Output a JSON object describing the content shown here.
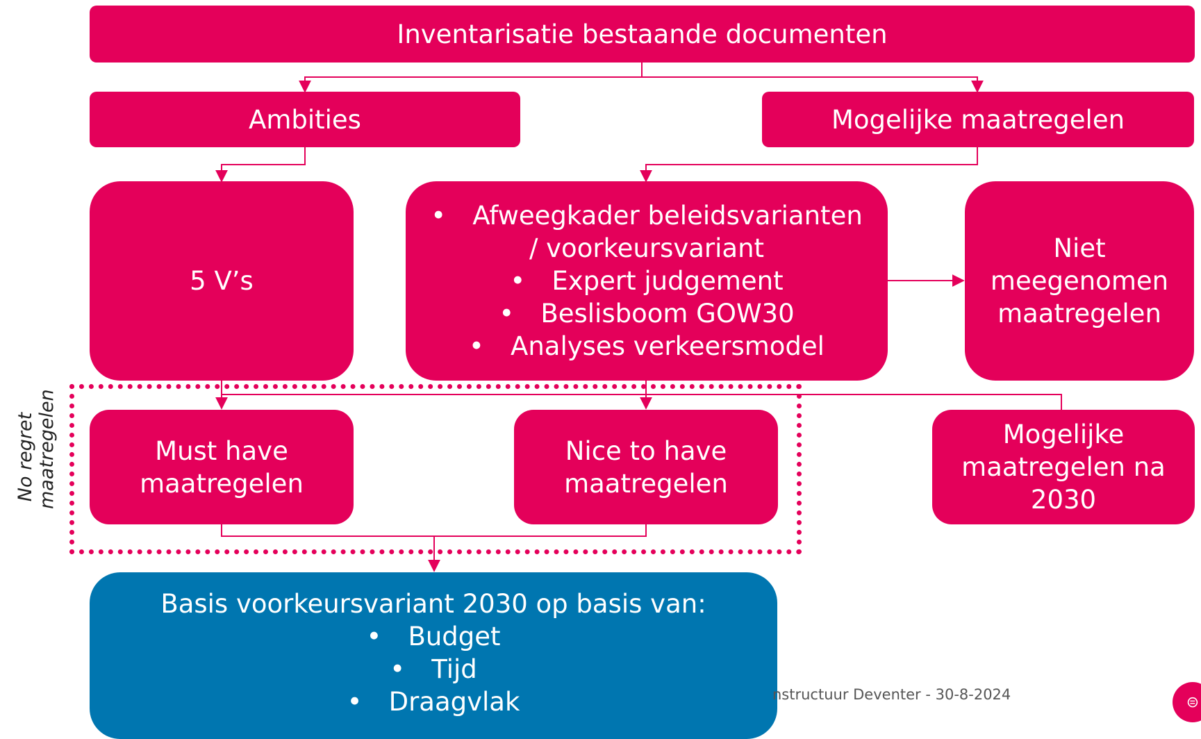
{
  "diagram": {
    "top": "Inventarisatie bestaande documenten",
    "ambities": "Ambities",
    "mogelijke_maatregelen": "Mogelijke maatregelen",
    "vijf_vs": "5 V’s",
    "afweeg": {
      "items": [
        "Afweegkader beleidsvarianten / voorkeursvariant",
        "Expert judgement",
        "Beslisboom GOW30",
        "Analyses verkeersmodel"
      ]
    },
    "niet_meegenomen": "Niet meegenomen maatregelen",
    "must_have": "Must have maatregelen",
    "nice_to_have": "Nice to have maatregelen",
    "na_2030": "Mogelijke maatregelen na 2030",
    "no_regret": "No regret maatregelen",
    "basis": {
      "title": "Basis voorkeursvariant 2030 op basis van:",
      "items": [
        "Budget",
        "Tijd",
        "Draagvlak"
      ]
    },
    "colors": {
      "pink": "#e4005a",
      "blue": "#0076b0"
    }
  },
  "footer": {
    "text": "nstructuur Deventer  -  30-8-2024"
  },
  "logo": {
    "icon": "circle-logo-icon"
  }
}
